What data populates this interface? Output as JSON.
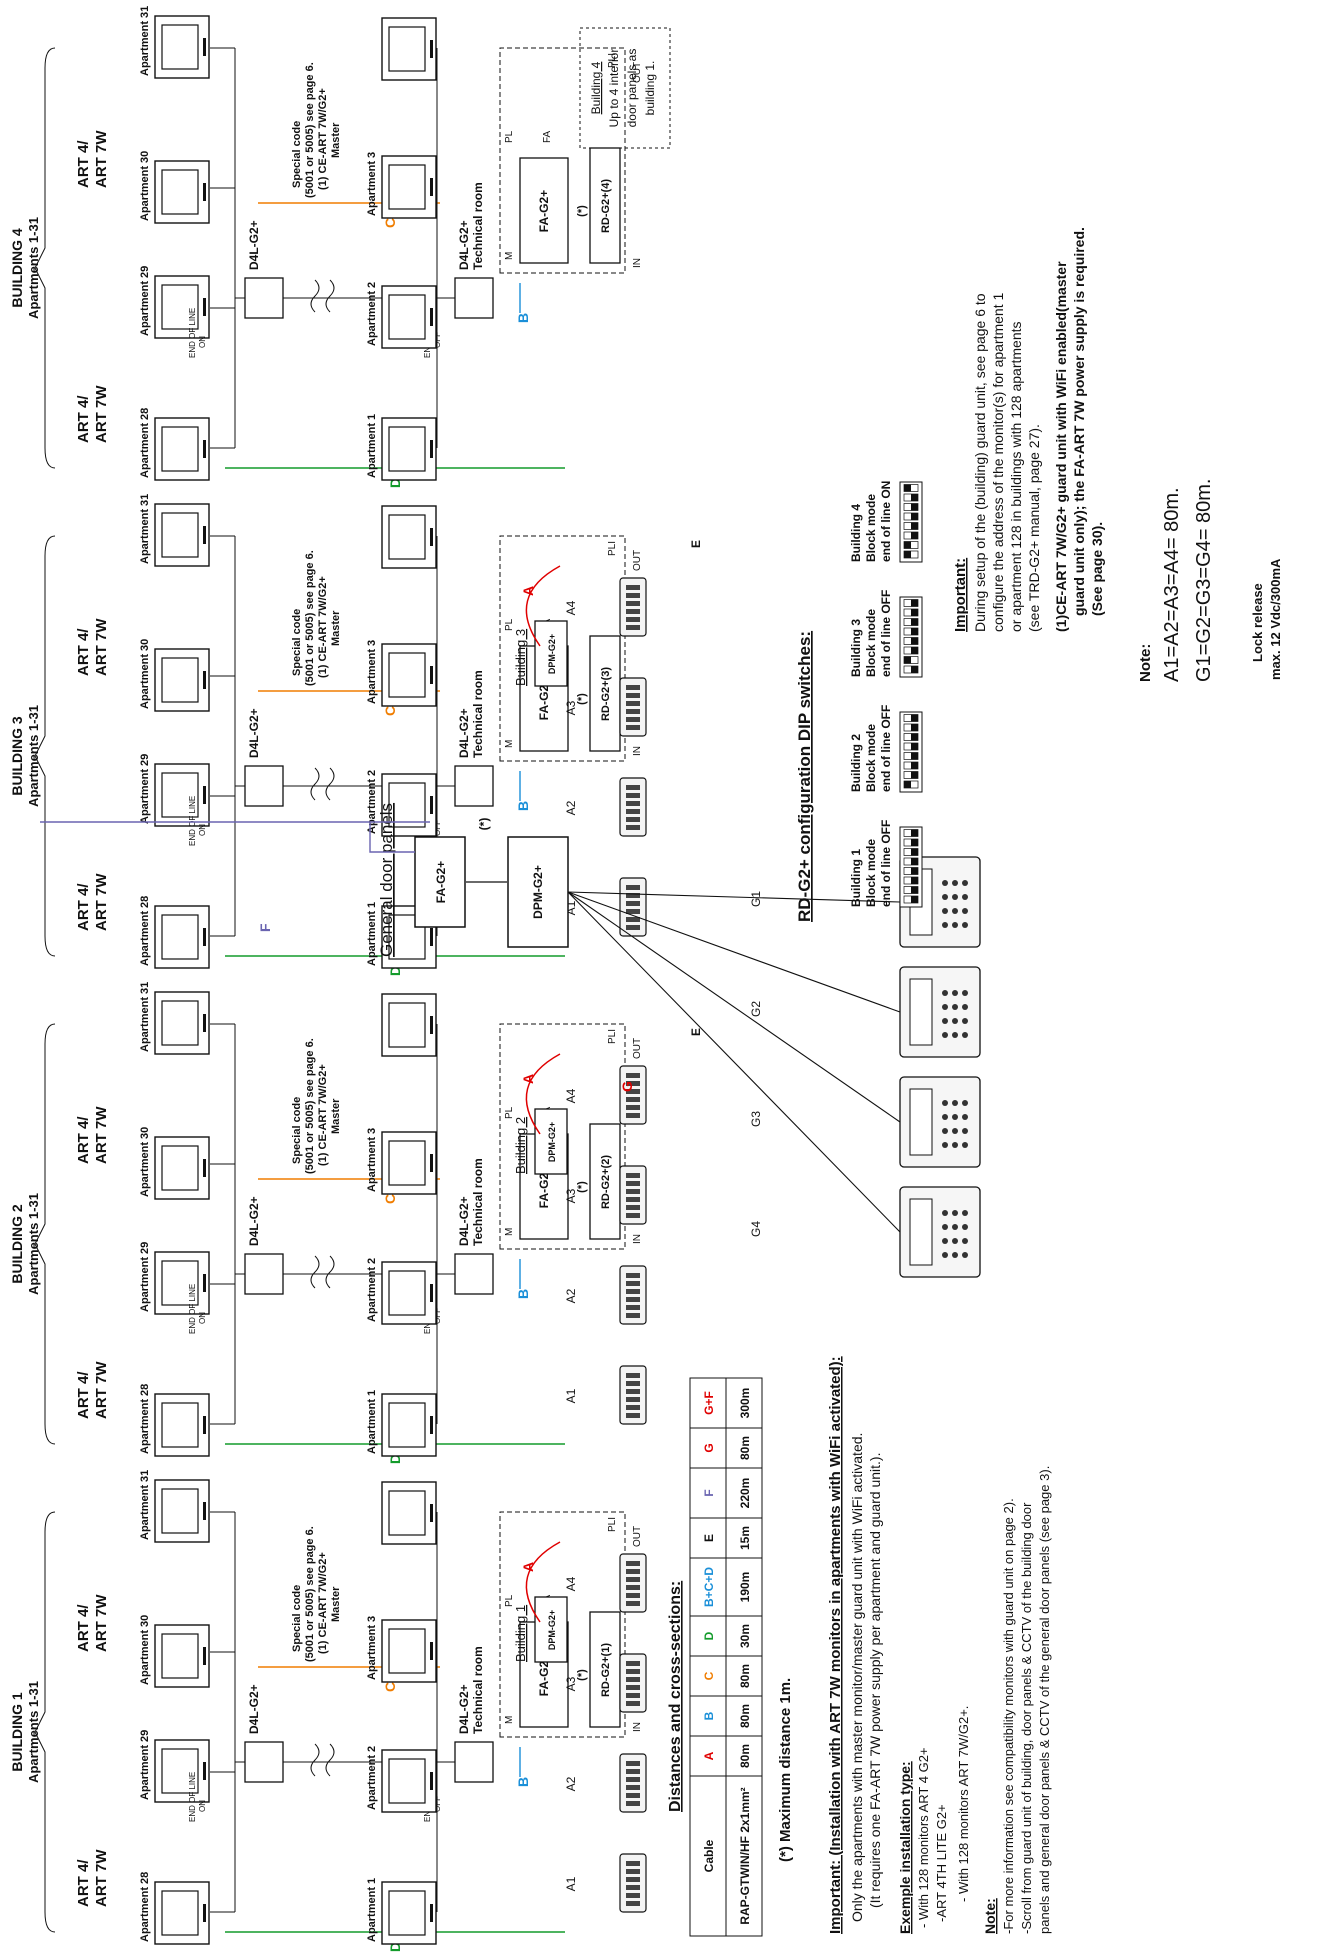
{
  "buildings": [
    {
      "title": "BUILDING 1",
      "apartments": "Apartments 1-31",
      "rd_label": "RD-G2+(1)",
      "building_label": "Building 1"
    },
    {
      "title": "BUILDING 2",
      "apartments": "Apartments 1-31",
      "rd_label": "RD-G2+(2)",
      "building_label": "Building 2"
    },
    {
      "title": "BUILDING 3",
      "apartments": "Apartments 1-31",
      "rd_label": "RD-G2+(3)",
      "building_label": "Building 3"
    },
    {
      "title": "BUILDING 4",
      "apartments": "Apartments 1-31",
      "rd_label": "RD-G2+(4)",
      "building_label": ""
    }
  ],
  "monitor_labels": {
    "art": "ART 4/",
    "art2": "ART 7W",
    "apt28": "Apartment 28",
    "apt29": "Apartment 29",
    "apt30": "Apartment 30",
    "apt31": "Apartment 31",
    "apt1": "Apartment 1",
    "apt2": "Apartment 2",
    "apt3": "Apartment 3"
  },
  "components": {
    "d4l": "D4L-G2+",
    "technical_room": "Technical room",
    "fa": "FA-G2+",
    "dpm": "DPM-G2+",
    "end_of_line_on": "END OF LINE ON",
    "end_of_line_off": "END OF LINE OFF",
    "special_code_1": "Special code",
    "special_code_2": "(5001 or 5005) see page 6.",
    "special_code_3": "(1) CE-ART 7W/G2+",
    "special_code_4": "Master",
    "m": "M",
    "pl": "PL",
    "fa_short": "FA",
    "in": "IN",
    "out": "OUT",
    "pli": "PLI",
    "star": "(*)"
  },
  "building4_box": [
    "Building 4",
    "Up to 4 interior",
    "door panels as",
    "building 1."
  ],
  "wire_labels": {
    "A": "A",
    "B": "B",
    "C": "C",
    "D": "D",
    "E": "E",
    "F": "F",
    "G": "G",
    "A1": "A1",
    "A2": "A2",
    "A3": "A3",
    "A4": "A4",
    "G1": "G1",
    "G2": "G2",
    "G3": "G3",
    "G4": "G4"
  },
  "general_door_panels": "General door panels",
  "distances": {
    "title": "Distances and cross-sections:",
    "headers": [
      "Cable",
      "A",
      "B",
      "C",
      "D",
      "B+C+D",
      "E",
      "F",
      "G",
      "G+F"
    ],
    "header_colors": [
      "#111111",
      "#e00000",
      "#1a8fd8",
      "#f07d00",
      "#139b2b",
      "#1a8fd8",
      "#111111",
      "#6a64b0",
      "#e00000",
      "#e00000"
    ],
    "row": [
      "RAP-GTWIN/HF 2x1mm²",
      "80m",
      "80m",
      "80m",
      "30m",
      "190m",
      "15m",
      "220m",
      "80m",
      "300m"
    ]
  },
  "max_distance": "(*) Maximum distance 1m.",
  "important_wifi": {
    "title": "Important: (Installation with ART 7W monitors in apartments with WiFi activated):",
    "line1": "Only the apartments with master monitor/master guard unit with WiFi activated.",
    "line2": "(It requires one FA-ART 7W power supply per apartment and guard unit.)."
  },
  "example": {
    "title": "Exemple installation type:",
    "lines": [
      "- With 128 monitors ART 4 G2+",
      "-ART 4TH LITE G2+",
      "- With 128 monitors ART 7W/G2+."
    ]
  },
  "note_bottom": {
    "title": "Note:",
    "lines": [
      "-For more information see compatibility monitors with guard unit on page 2).",
      "-Scroll from guard unit of building, door panels & CCTV of the building door",
      "panels and general door panels & CCTV of the general door panels (see page 3)."
    ]
  },
  "dip": {
    "title": "RD-G2+ configuration DIP switches:",
    "switches": [
      {
        "l1": "Building 1",
        "l2": "Block mode",
        "l3": "end of line OFF",
        "states": [
          0,
          0,
          0,
          0,
          0,
          0,
          0,
          0
        ]
      },
      {
        "l1": "Building 2",
        "l2": "Block mode",
        "l3": "end of line OFF",
        "states": [
          1,
          0,
          0,
          0,
          0,
          0,
          0,
          0
        ]
      },
      {
        "l1": "Building 3",
        "l2": "Block mode",
        "l3": "end of line OFF",
        "states": [
          0,
          1,
          0,
          0,
          0,
          0,
          0,
          0
        ]
      },
      {
        "l1": "Building 4",
        "l2": "Block mode",
        "l3": "end of line ON",
        "states": [
          1,
          1,
          0,
          0,
          0,
          0,
          0,
          1
        ]
      }
    ]
  },
  "important_setup": {
    "title": "Important:",
    "lines": [
      "During setup of the (building) guard unit, see page 6 to",
      "configure the address of the monitor(s) for apartment 1",
      "or apartment 128 in buildings with 128 apartments",
      "(see TRD-G2+ manual, page 27)."
    ],
    "bold_lines": [
      "(1)CE-ART 7W/G2+ guard unit with WiFi enabled(master",
      "guard unit only); the FA-ART 7W power supply is required.",
      "(See page 30)."
    ]
  },
  "note_right": {
    "title": "Note:",
    "lines": [
      "A1=A2=A3=A4= 80m.",
      "G1=G2=G3=G4= 80m."
    ]
  },
  "lock_release": [
    "Lock release",
    "max. 12 Vdc/300mA"
  ],
  "colors": {
    "red": "#e00000",
    "blue": "#1a8fd8",
    "orange": "#f07d00",
    "green": "#139b2b",
    "violet": "#6a64b0"
  }
}
